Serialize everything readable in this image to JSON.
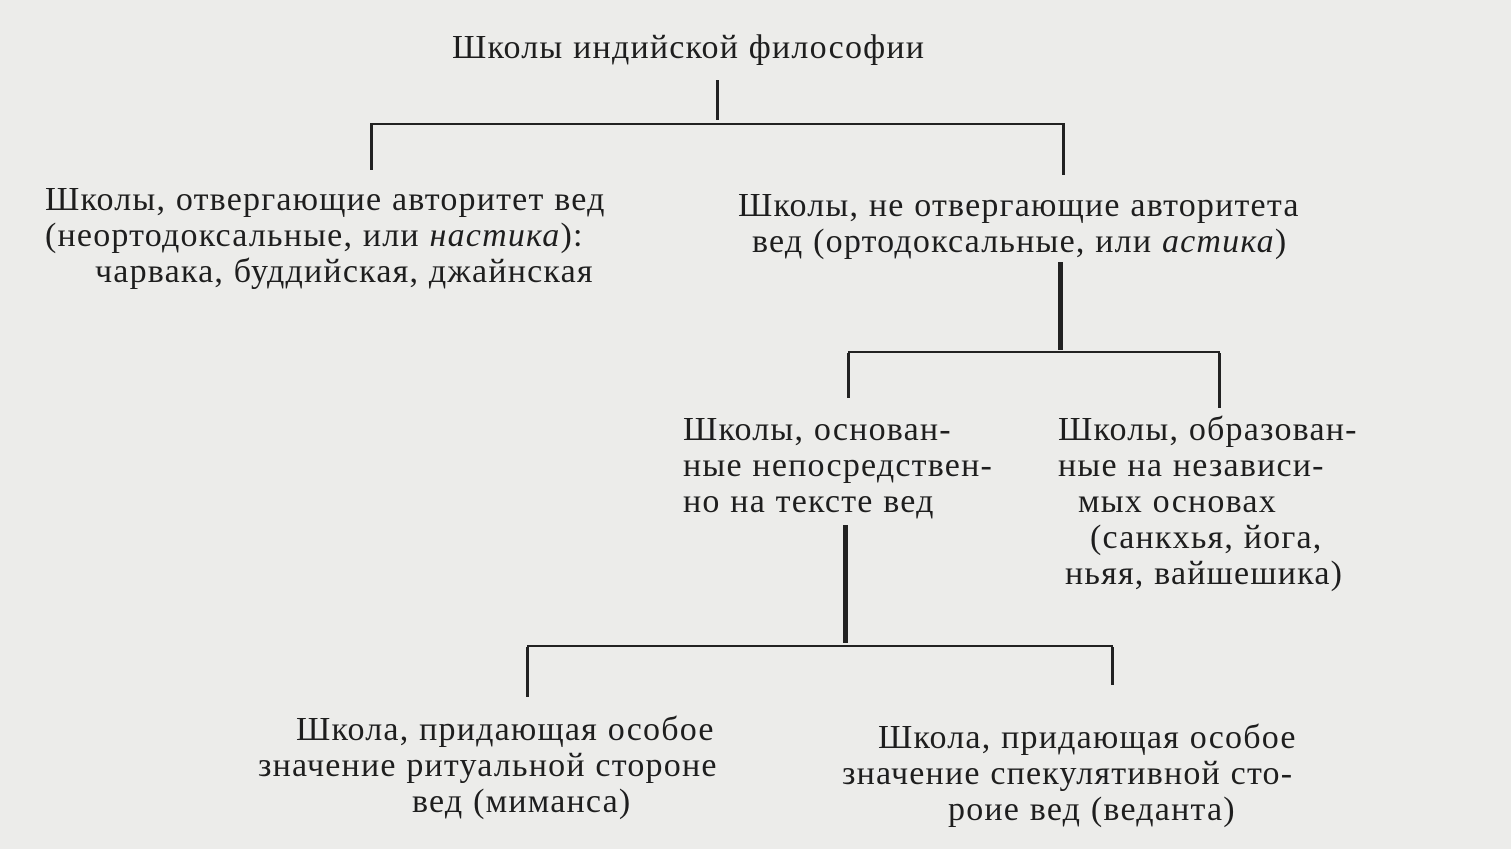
{
  "diagram": {
    "root": "Школы индийской философии",
    "heterodox": {
      "line1": "Школы, отвергающие авторитет вед",
      "line2_prefix": "(неортодоксальные, или ",
      "line2_term": "настика",
      "line2_suffix": "):",
      "line3": "чарвака, буддийская, джайнская"
    },
    "orthodox": {
      "line1": "Школы, не отвергающие авторитета",
      "line2_prefix": "вед (ортодоксальные, или ",
      "line2_term": "астика",
      "line2_suffix": ")"
    },
    "vedic_based": {
      "line1": "Школы, основан-",
      "line2": "ные непосредствен-",
      "line3": "но на тексте вед"
    },
    "independent": {
      "line1": "Школы, образован-",
      "line2": "ные на независи-",
      "line3": "мых основах",
      "line4": "(санкхья, йога,",
      "line5": "ньяя, вайшешика)"
    },
    "mimamsa": {
      "line1": "Школа, придающая особое",
      "line2": "значение ритуальной стороне",
      "line3": "вед (миманса)"
    },
    "vedanta": {
      "line1": "Школа, придающая особое",
      "line2": "значение спекулятивной сто-",
      "line3": "роие вед (веданта)"
    }
  }
}
